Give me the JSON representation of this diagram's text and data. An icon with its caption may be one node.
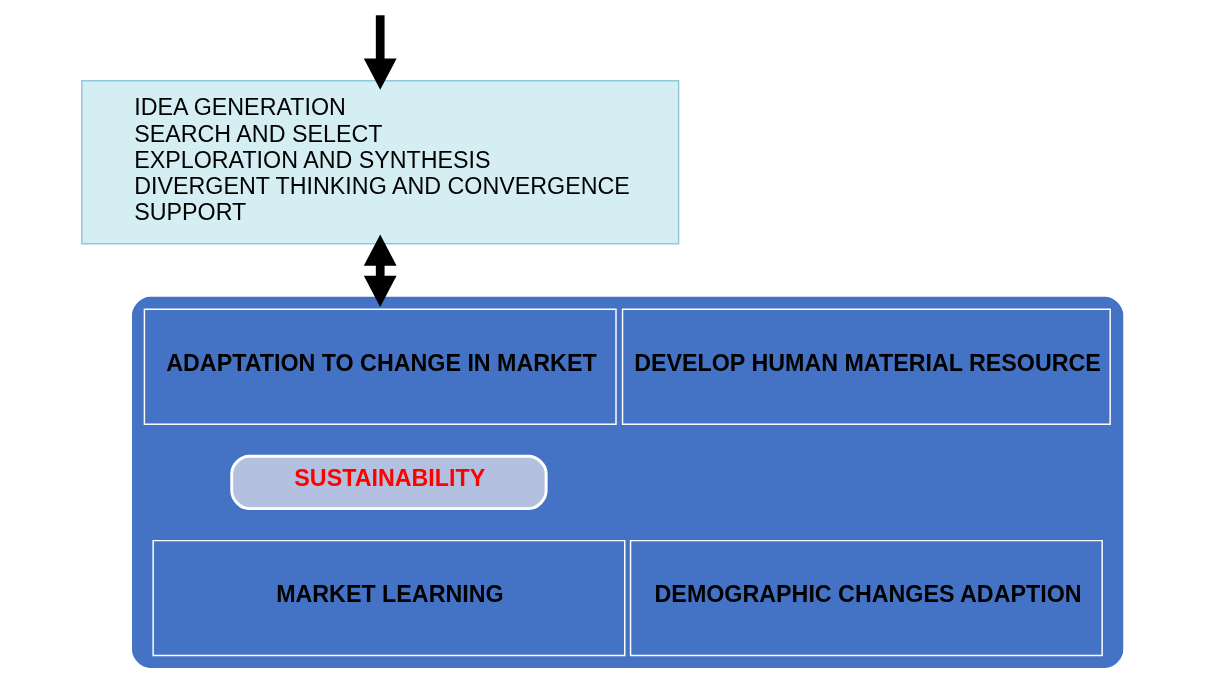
{
  "diagram": {
    "nodes": [
      {
        "text": [
          "IDEA GENERATION",
          "SEARCH AND SELECT",
          "EXPLORATION AND SYNTHESIS",
          "DIVERGENT THINKING AND CONVERGENCE",
          "SUPPORT"
        ]
      },
      {
        "text": [],
        "shape": "box"
      },
      {
        "text": [
          "ADAPTATION TO CHANGE IN MARKET"
        ],
        "in": 1
      },
      {
        "text": [
          "DEVELOP HUMAN MATERIAL RESOURCE"
        ],
        "in": 1
      },
      {
        "text": [
          "SUSTAINABILITY"
        ],
        "in": 1
      },
      {
        "text": [
          "MARKET LEARNING"
        ],
        "in": 1
      },
      {
        "text": [
          "DEMOGRAPHIC CHANGES ADAPTION"
        ],
        "in": 1
      }
    ],
    "edges": [
      {
        "from": null,
        "to": 0,
        "arrow": "to"
      },
      {
        "from": 0,
        "to": 1,
        "arrow": "both"
      }
    ]
  }
}
